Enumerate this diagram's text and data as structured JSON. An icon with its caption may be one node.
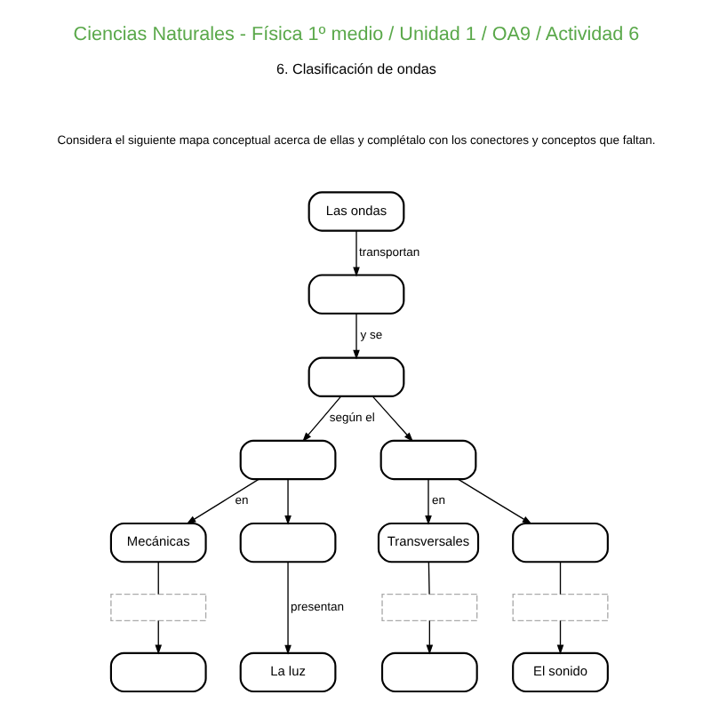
{
  "diagram": {
    "title": "Ciencias Naturales - Física 1º medio / Unidad 1 / OA9 / Actividad 6",
    "nodes": [
      {
        "text": [
          "Las ondas"
        ]
      },
      {
        "text": [],
        "shape": "box"
      },
      {
        "text": [],
        "shape": "box"
      },
      {
        "text": [],
        "shape": "box"
      },
      {
        "text": [],
        "shape": "box"
      },
      {
        "text": [
          "Mecánicas"
        ]
      },
      {
        "text": [],
        "shape": "box"
      },
      {
        "text": [
          "Transversales"
        ]
      },
      {
        "text": [],
        "shape": "box"
      },
      {
        "text": [],
        "shape": "box"
      },
      {
        "text": [],
        "shape": "box"
      },
      {
        "text": [],
        "shape": "box"
      },
      {
        "text": [],
        "shape": "box"
      },
      {
        "text": [
          "La luz"
        ]
      },
      {
        "text": [],
        "shape": "box"
      },
      {
        "text": [
          "El sonido"
        ]
      }
    ],
    "edges": [
      {
        "from": 0,
        "to": 1,
        "arrow": "to",
        "label": "transportan"
      },
      {
        "from": 1,
        "to": 2,
        "arrow": "to",
        "label": "y se"
      },
      {
        "from": 2,
        "to": 3,
        "arrow": "to",
        "label": "según el"
      },
      {
        "from": 2,
        "to": 4,
        "arrow": "to"
      },
      {
        "from": 3,
        "to": 5,
        "arrow": "to",
        "label": "en"
      },
      {
        "from": 3,
        "to": 6,
        "arrow": "to"
      },
      {
        "from": 4,
        "to": 7,
        "arrow": "to",
        "label": "en"
      },
      {
        "from": 4,
        "to": 8,
        "arrow": "to"
      },
      {
        "from": 5,
        "to": 9,
        "arrow": "none"
      },
      {
        "from": 9,
        "to": 12,
        "arrow": "to"
      },
      {
        "from": 6,
        "to": 13,
        "arrow": "to",
        "label": "presentan"
      },
      {
        "from": 7,
        "to": 10,
        "arrow": "none"
      },
      {
        "from": 10,
        "to": 14,
        "arrow": "to"
      },
      {
        "from": 8,
        "to": 11,
        "arrow": "none"
      },
      {
        "from": 11,
        "to": 15,
        "arrow": "to"
      }
    ],
    "labels": [
      "6. Clasificación de ondas",
      "Considera el siguiente mapa conceptual acerca de ellas y complétalo con los conectores y conceptos que faltan."
    ]
  }
}
